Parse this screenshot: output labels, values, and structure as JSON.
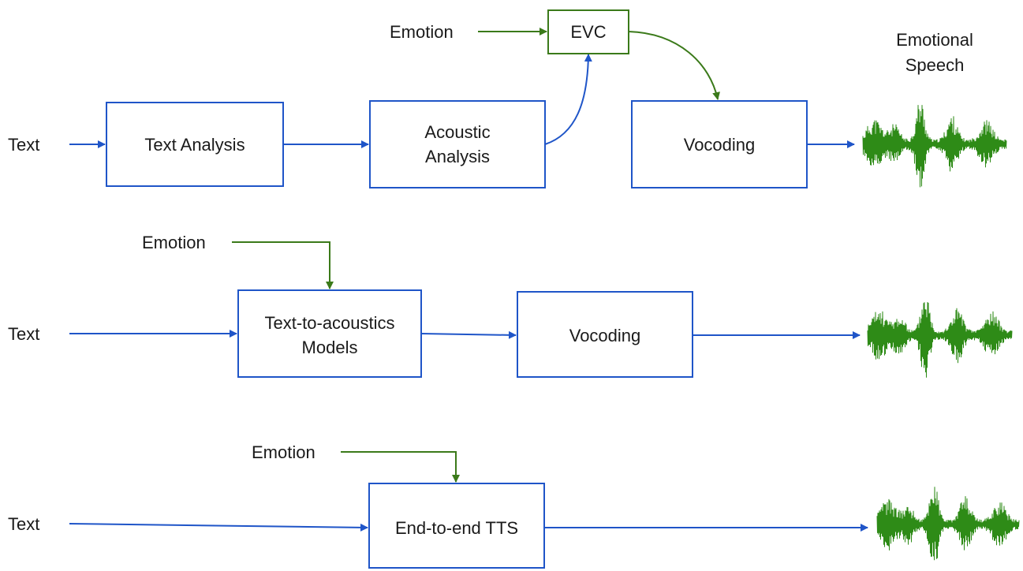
{
  "colors": {
    "blue": "#1f55c8",
    "green": "#3b7a1a",
    "waveform": "#2e8b17"
  },
  "row1": {
    "input_label": "Text",
    "box1": "Text Analysis",
    "box2_line1": "Acoustic",
    "box2_line2": "Analysis",
    "evc": "EVC",
    "emotion": "Emotion",
    "box3": "Vocoding",
    "output_line1": "Emotional",
    "output_line2": "Speech"
  },
  "row2": {
    "input_label": "Text",
    "emotion": "Emotion",
    "box1_line1": "Text-to-acoustics",
    "box1_line2": "Models",
    "box2": "Vocoding"
  },
  "row3": {
    "input_label": "Text",
    "emotion": "Emotion",
    "box1": "End-to-end TTS"
  }
}
